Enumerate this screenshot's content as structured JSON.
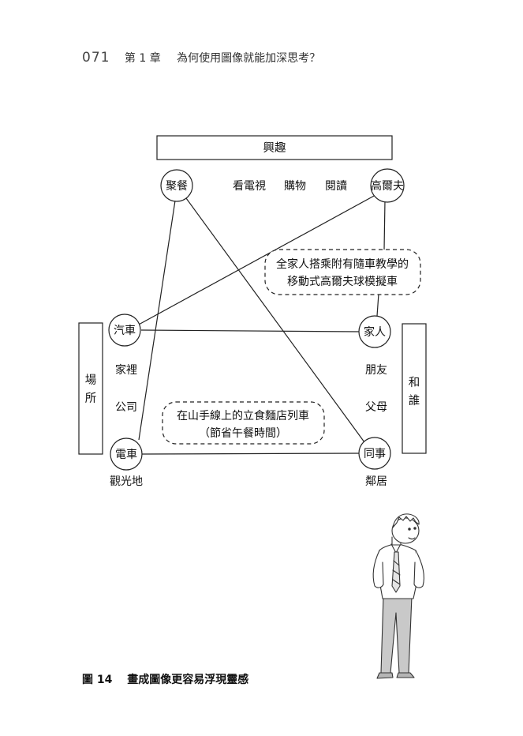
{
  "header": {
    "page_number": "071",
    "chapter": "第 1 章",
    "title": "為何使用圖像就能加深思考？"
  },
  "diagram": {
    "top_category": "興趣",
    "left_category": [
      "場",
      "所"
    ],
    "right_category": [
      "和",
      "誰"
    ],
    "top_items": {
      "dinner": "聚餐",
      "tv": "看電視",
      "shopping": "購物",
      "reading": "閱讀",
      "golf": "高爾夫"
    },
    "left_items": {
      "car": "汽車",
      "home": "家裡",
      "company": "公司",
      "train": "電車",
      "sightseeing": "觀光地"
    },
    "right_items": {
      "family": "家人",
      "friends": "朋友",
      "parents": "父母",
      "coworkers": "同事",
      "neighbors": "鄰居"
    },
    "idea_golf": [
      "全家人搭乘附有隨車教學的",
      "移動式高爾夫球模擬車"
    ],
    "idea_train": [
      "在山手線上的立食麵店列車",
      "（節省午餐時間）"
    ]
  },
  "caption": {
    "figure": "圖 14",
    "text": "畫成圖像更容易浮現靈感"
  }
}
